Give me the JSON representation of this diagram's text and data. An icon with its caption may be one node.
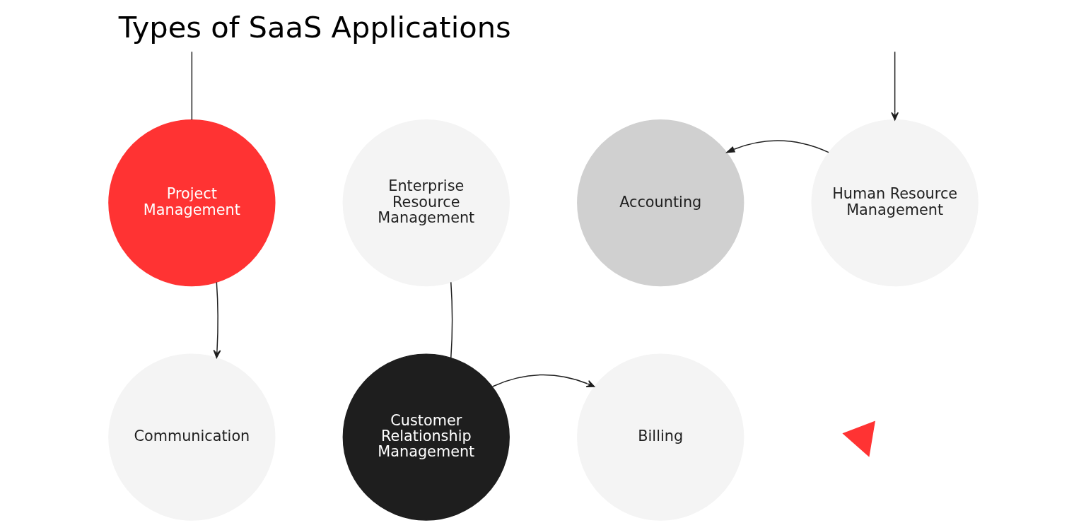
{
  "diagram": {
    "title": "Types of SaaS Applications",
    "nodes": [
      {
        "text": [
          "Project Management"
        ]
      },
      {
        "text": [
          "Enterprise Resource Management"
        ]
      },
      {
        "text": [
          "Accounting"
        ]
      },
      {
        "text": [
          "Human Resource Management"
        ]
      },
      {
        "text": [
          "Communication"
        ]
      },
      {
        "text": [
          "Customer Relationship Management"
        ]
      },
      {
        "text": [
          "Billing"
        ]
      },
      {
        "text": [],
        "shape": "triangle"
      }
    ],
    "edges": [
      {
        "from": null,
        "to": 0,
        "arrow": "none"
      },
      {
        "from": 0,
        "to": 4,
        "arrow": "to"
      },
      {
        "from": 1,
        "to": 5,
        "arrow": "none"
      },
      {
        "from": 5,
        "to": 6,
        "arrow": "to"
      },
      {
        "from": 3,
        "to": 2,
        "arrow": "to"
      },
      {
        "from": null,
        "to": 3,
        "arrow": "to"
      }
    ]
  }
}
